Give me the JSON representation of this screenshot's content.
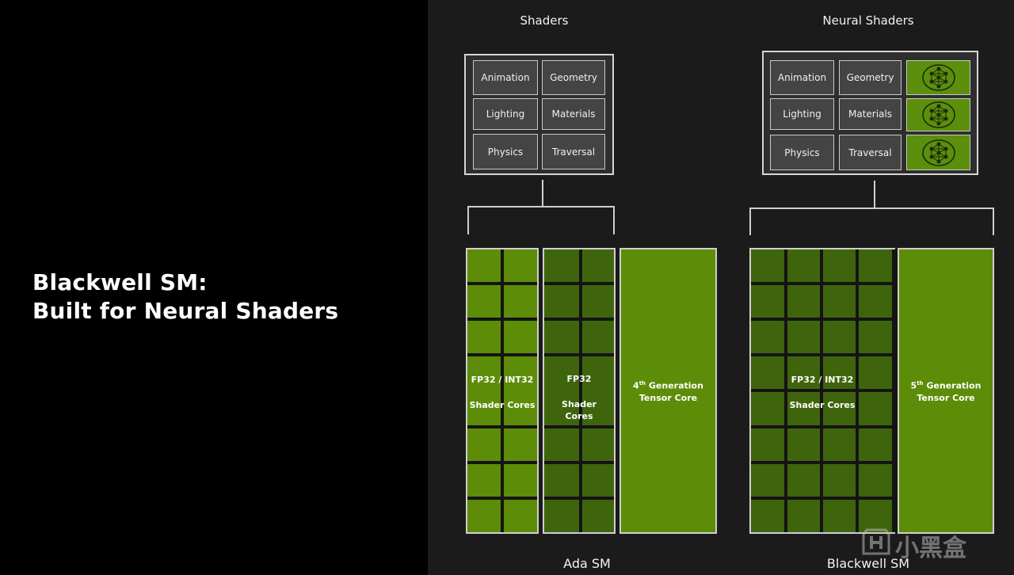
{
  "title": {
    "line1": "Blackwell SM:",
    "line2": "Built for Neural Shaders"
  },
  "shaders": {
    "heading": "Shaders",
    "cells": [
      "Animation",
      "Geometry",
      "Lighting",
      "Materials",
      "Physics",
      "Traversal"
    ]
  },
  "neural_shaders": {
    "heading": "Neural Shaders",
    "cells": [
      "Animation",
      "Geometry",
      "Lighting",
      "Materials",
      "Physics",
      "Traversal"
    ],
    "icon": "neural-network-icon"
  },
  "ada": {
    "label": "Ada SM",
    "fp32_int32_line1": "FP32 / INT32",
    "fp32_int32_line2": "Shader Cores",
    "fp32_line1": "FP32",
    "fp32_line2": "Shader",
    "fp32_line3": "Cores",
    "tensor_gen": "4",
    "tensor_sup": "th",
    "tensor_line1": "Generation",
    "tensor_line2": "Tensor Core"
  },
  "blackwell": {
    "label": "Blackwell SM",
    "cores_line1": "FP32 / INT32",
    "cores_line2": "Shader Cores",
    "tensor_gen": "5",
    "tensor_sup": "th",
    "tensor_line1": "Generation",
    "tensor_line2": "Tensor Core"
  },
  "colors": {
    "nvidia_green": "#5d8c08",
    "dark_green": "#3f650c",
    "background_right": "#1b1b1b",
    "background_left": "#000000"
  },
  "watermark": {
    "text": "小黑盒"
  }
}
